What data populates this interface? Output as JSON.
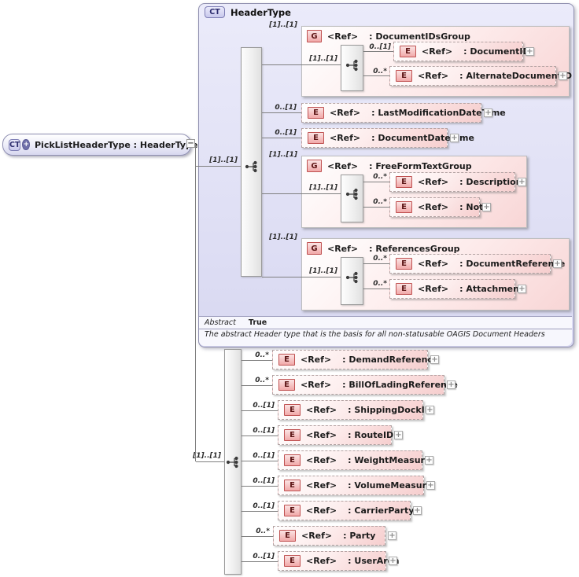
{
  "labels": {
    "ref": "<Ref>",
    "badge_element": "E",
    "badge_group": "G",
    "badge_complex": "CT"
  },
  "icons": {
    "expand": "+",
    "collapse": "−",
    "derived_plus": "+"
  },
  "root_element": {
    "badge": "CT",
    "title": "PickListHeaderType : HeaderType"
  },
  "header_type": {
    "badge": "CT",
    "title": "HeaderType",
    "cardinality": "[1]..[1]",
    "abstract_label": "Abstract",
    "abstract_value": "True",
    "annotation": "The abstract Header type that is the basis for all non-statusable OAGIS Document Headers",
    "children": [
      {
        "kind": "group",
        "card": "[1]..[1]",
        "name": ": DocumentIDsGroup",
        "inner_cardinality": "[1]..[1]",
        "children": [
          {
            "card": "0..[1]",
            "name": ": DocumentID"
          },
          {
            "card": "0..*",
            "name": ": AlternateDocumentID"
          }
        ]
      },
      {
        "kind": "element",
        "card": "0..[1]",
        "name": ": LastModificationDateTime"
      },
      {
        "kind": "element",
        "card": "0..[1]",
        "name": ": DocumentDateTime"
      },
      {
        "kind": "group",
        "card": "[1]..[1]",
        "name": ": FreeFormTextGroup",
        "inner_cardinality": "[1]..[1]",
        "children": [
          {
            "card": "0..*",
            "name": ": Description"
          },
          {
            "card": "0..*",
            "name": ": Note"
          }
        ]
      },
      {
        "kind": "group",
        "card": "[1]..[1]",
        "name": ": ReferencesGroup",
        "inner_cardinality": "[1]..[1]",
        "children": [
          {
            "card": "0..*",
            "name": ": DocumentReference"
          },
          {
            "card": "0..*",
            "name": ": Attachment"
          }
        ]
      }
    ]
  },
  "extension": {
    "cardinality": "[1]..[1]",
    "children": [
      {
        "card": "0..*",
        "name": ": DemandReference"
      },
      {
        "card": "0..*",
        "name": ": BillOfLadingReference"
      },
      {
        "card": "0..[1]",
        "name": ": ShippingDockID"
      },
      {
        "card": "0..[1]",
        "name": ": RouteID"
      },
      {
        "card": "0..[1]",
        "name": ": WeightMeasure"
      },
      {
        "card": "0..[1]",
        "name": ": VolumeMeasure"
      },
      {
        "card": "0..[1]",
        "name": ": CarrierParty"
      },
      {
        "card": "0..*",
        "name": ": Party"
      },
      {
        "card": "0..[1]",
        "name": ": UserArea"
      }
    ]
  }
}
